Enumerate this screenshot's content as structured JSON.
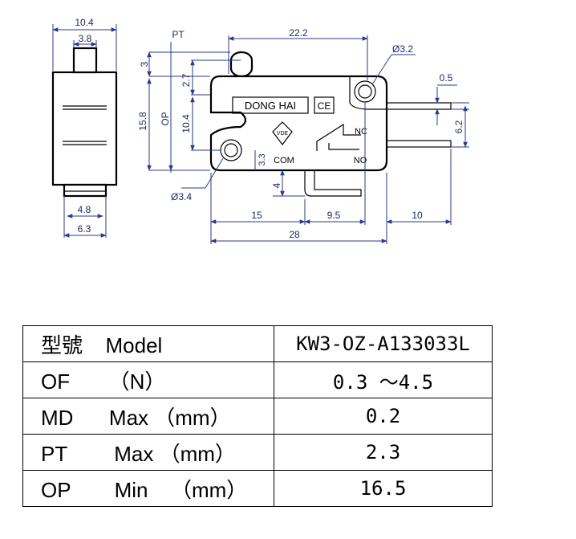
{
  "drawing": {
    "side_view": {
      "dim_width": "10.4",
      "dim_plunger": "3.8",
      "dim_bottom_inner": "4.8",
      "dim_bottom_outer": "6.3"
    },
    "front_view": {
      "dim_length_top": "22.2",
      "dim_hole_right": "Ø3.2",
      "dim_hole_left": "Ø3.4",
      "dim_pt": "PT",
      "dim_op": "OP",
      "dim_3": "3",
      "dim_2_7": "2.7",
      "dim_15_8": "15.8",
      "dim_10_4": "10.4",
      "dim_3_3": "3.3",
      "dim_4": "4",
      "dim_0_5": "0.5",
      "dim_6_2": "6.2",
      "dim_15": "15",
      "dim_9_5": "9.5",
      "dim_10": "10",
      "dim_28": "28",
      "brand": "DONG HAI",
      "ce_mark": "CE",
      "terminal_nc": "NC",
      "terminal_no": "NO",
      "terminal_com": "COM",
      "cert_mark": "VDE"
    }
  },
  "spec_table": {
    "rows": [
      {
        "label_a": "型號",
        "label_b": "Model",
        "label_c": "",
        "value": "KW3-OZ-A133033L"
      },
      {
        "label_a": "OF",
        "label_b": "（N）",
        "label_c": "",
        "value": "0.3 ～4.5"
      },
      {
        "label_a": "MD",
        "label_b": "Max",
        "label_c": "（mm）",
        "value": "0.2"
      },
      {
        "label_a": "PT",
        "label_b": "Max",
        "label_c": "（mm）",
        "value": "2.3"
      },
      {
        "label_a": "OP",
        "label_b": "Min",
        "label_c": "（mm）",
        "value": "16.5"
      }
    ]
  }
}
